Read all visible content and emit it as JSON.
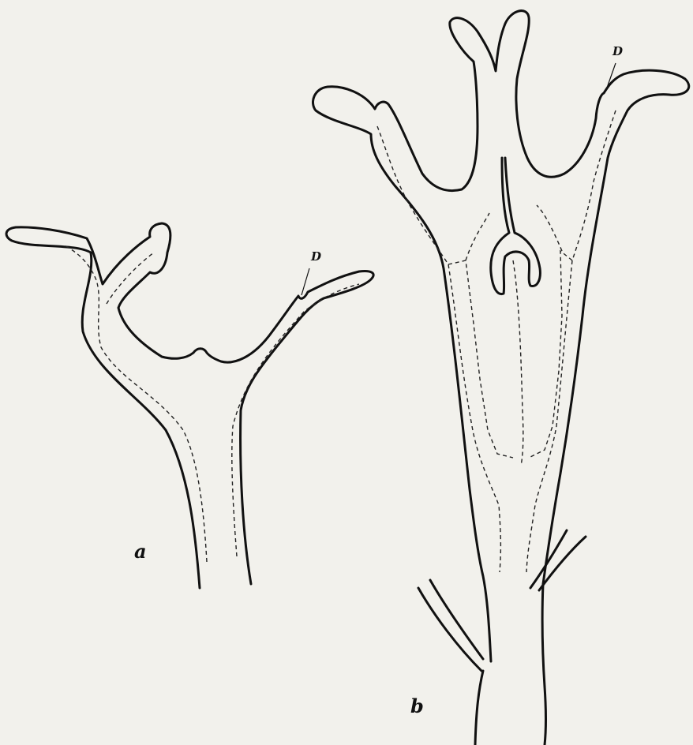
{
  "figure": {
    "labels": {
      "panel_a": "a",
      "panel_b": "b",
      "marker_a": "D",
      "marker_b": "D"
    }
  }
}
